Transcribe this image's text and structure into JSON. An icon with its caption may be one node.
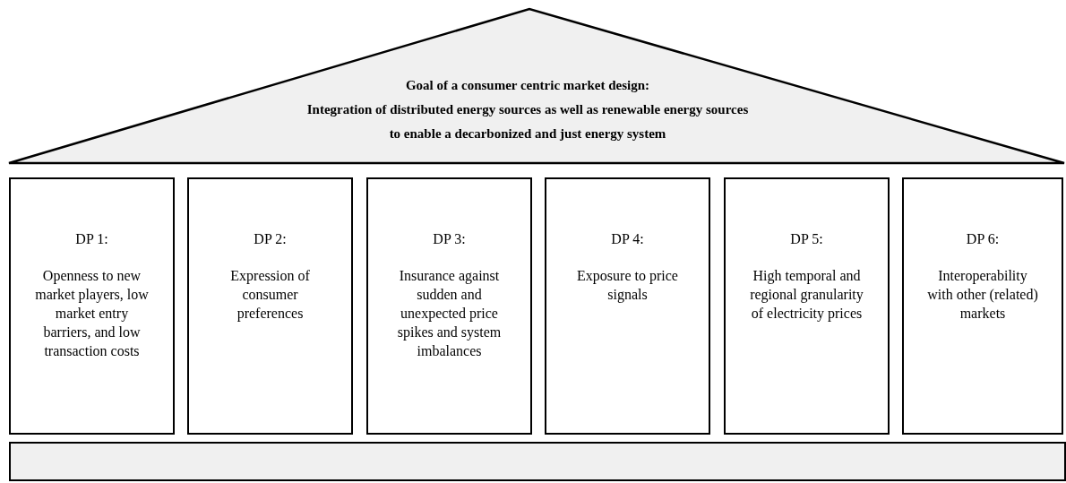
{
  "diagram": {
    "nodes": [
      {
        "text": [
          "Goal of a consumer centric market design:",
          "Integration of distributed energy sources as well as renewable energy sources to enable a decarbonized and just energy system"
        ]
      },
      {
        "text": [
          "DP 1:",
          "Openness to new market players, low market entry barriers, and low transaction costs"
        ]
      },
      {
        "text": [
          "DP 2:",
          "Expression of consumer preferences"
        ]
      },
      {
        "text": [
          "DP 3:",
          "Insurance against sudden and unexpected price spikes and system imbalances"
        ]
      },
      {
        "text": [
          "DP 4:",
          "Exposure to price signals"
        ]
      },
      {
        "text": [
          "DP 5:",
          "High temporal and regional granularity of electricity prices"
        ]
      },
      {
        "text": [
          "DP 6:",
          "Interoperability with other (related) markets"
        ]
      },
      {
        "text": [],
        "shape": "box"
      }
    ],
    "edges": []
  }
}
